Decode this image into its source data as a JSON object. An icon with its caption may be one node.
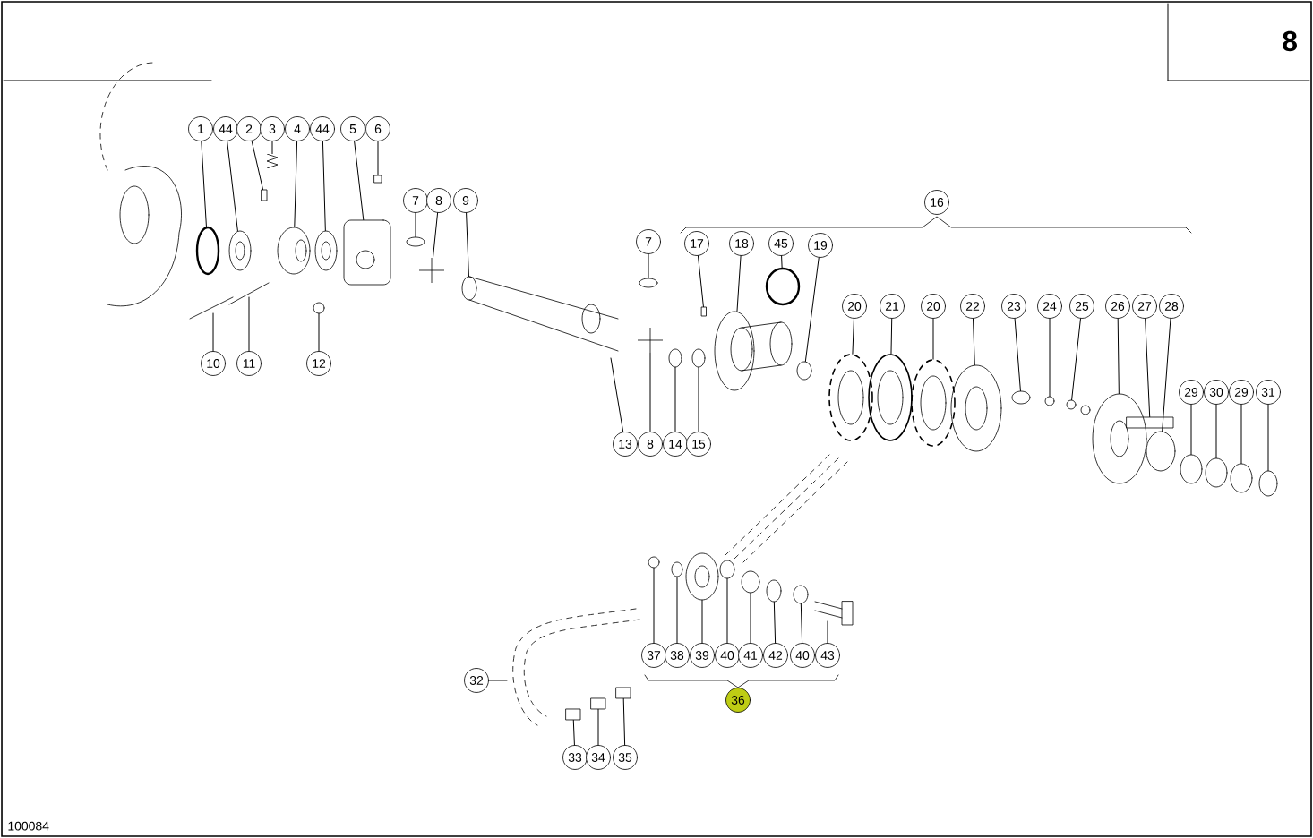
{
  "diagram": {
    "nodes": [
      {
        "text": [
          "1"
        ]
      },
      {
        "text": [
          "44"
        ]
      },
      {
        "text": [
          "2"
        ]
      },
      {
        "text": [
          "3"
        ]
      },
      {
        "text": [
          "4"
        ]
      },
      {
        "text": [
          "44"
        ]
      },
      {
        "text": [
          "5"
        ]
      },
      {
        "text": [
          "6"
        ]
      },
      {
        "text": [
          "7"
        ]
      },
      {
        "text": [
          "8"
        ]
      },
      {
        "text": [
          "9"
        ]
      },
      {
        "text": [
          "10"
        ]
      },
      {
        "text": [
          "11"
        ]
      },
      {
        "text": [
          "12"
        ]
      },
      {
        "text": [
          "16"
        ]
      },
      {
        "text": [
          "7"
        ]
      },
      {
        "text": [
          "17"
        ]
      },
      {
        "text": [
          "18"
        ]
      },
      {
        "text": [
          "45"
        ]
      },
      {
        "text": [
          "19"
        ]
      },
      {
        "text": [
          "13"
        ]
      },
      {
        "text": [
          "8"
        ]
      },
      {
        "text": [
          "14"
        ]
      },
      {
        "text": [
          "15"
        ]
      },
      {
        "text": [
          "20"
        ]
      },
      {
        "text": [
          "21"
        ]
      },
      {
        "text": [
          "20"
        ]
      },
      {
        "text": [
          "22"
        ]
      },
      {
        "text": [
          "23"
        ]
      },
      {
        "text": [
          "24"
        ]
      },
      {
        "text": [
          "25"
        ]
      },
      {
        "text": [
          "26"
        ]
      },
      {
        "text": [
          "27"
        ]
      },
      {
        "text": [
          "28"
        ]
      },
      {
        "text": [
          "29"
        ]
      },
      {
        "text": [
          "30"
        ]
      },
      {
        "text": [
          "29"
        ]
      },
      {
        "text": [
          "31"
        ]
      },
      {
        "text": [
          "32"
        ]
      },
      {
        "text": [
          "37"
        ]
      },
      {
        "text": [
          "38"
        ]
      },
      {
        "text": [
          "39"
        ]
      },
      {
        "text": [
          "40"
        ]
      },
      {
        "text": [
          "41"
        ]
      },
      {
        "text": [
          "42"
        ]
      },
      {
        "text": [
          "40"
        ]
      },
      {
        "text": [
          "43"
        ]
      },
      {
        "text": [
          "36"
        ]
      },
      {
        "text": [
          "33"
        ]
      },
      {
        "text": [
          "34"
        ]
      },
      {
        "text": [
          "35"
        ]
      },
      {
        "text": [],
        "shape": "circle"
      },
      {
        "text": [],
        "shape": "circle"
      },
      {
        "text": [],
        "shape": "box"
      },
      {
        "text": [],
        "shape": "spring"
      },
      {
        "text": [],
        "shape": "circle"
      },
      {
        "text": [],
        "shape": "circle"
      },
      {
        "text": [],
        "shape": "box"
      },
      {
        "text": [],
        "shape": "box"
      },
      {
        "text": [],
        "shape": "circle"
      },
      {
        "text": [],
        "shape": "cross"
      },
      {
        "text": [],
        "shape": "circle"
      },
      {
        "text": [],
        "shape": "circle"
      },
      {
        "text": [],
        "shape": "circle"
      },
      {
        "text": [],
        "shape": "box"
      },
      {
        "text": [],
        "shape": "circle"
      },
      {
        "text": [],
        "shape": "circle"
      },
      {
        "text": [],
        "shape": "circle"
      },
      {
        "text": [],
        "shape": "cross"
      },
      {
        "text": [],
        "shape": "circle"
      },
      {
        "text": [],
        "shape": "circle"
      },
      {
        "text": [],
        "shape": "circle"
      },
      {
        "text": [],
        "shape": "circle"
      },
      {
        "text": [],
        "shape": "circle"
      },
      {
        "text": [],
        "shape": "circle"
      },
      {
        "text": [],
        "shape": "circle"
      },
      {
        "text": [],
        "shape": "circle"
      },
      {
        "text": [],
        "shape": "circle"
      },
      {
        "text": [],
        "shape": "circle"
      },
      {
        "text": [],
        "shape": "circle"
      },
      {
        "text": [],
        "shape": "circle"
      },
      {
        "text": [],
        "shape": "circle"
      },
      {
        "text": [],
        "shape": "circle"
      },
      {
        "text": [],
        "shape": "circle"
      },
      {
        "text": [],
        "shape": "circle"
      },
      {
        "text": [],
        "shape": "circle"
      },
      {
        "text": [],
        "shape": "circle"
      },
      {
        "text": [],
        "shape": "circle"
      },
      {
        "text": [],
        "shape": "circle"
      },
      {
        "text": [],
        "shape": "circle"
      },
      {
        "text": [],
        "shape": "circle"
      },
      {
        "text": [],
        "shape": "box"
      },
      {
        "text": [],
        "shape": "box"
      },
      {
        "text": [],
        "shape": "box"
      },
      {
        "text": [],
        "shape": "box"
      }
    ],
    "edges": [
      {
        "from": 0,
        "to": 51,
        "arrow": "none"
      },
      {
        "from": 1,
        "to": 52,
        "arrow": "none"
      },
      {
        "from": 2,
        "to": 53,
        "arrow": "none"
      },
      {
        "from": 3,
        "to": 54,
        "arrow": "none"
      },
      {
        "from": 4,
        "to": 55,
        "arrow": "none"
      },
      {
        "from": 5,
        "to": 56,
        "arrow": "none"
      },
      {
        "from": 6,
        "to": 57,
        "arrow": "none"
      },
      {
        "from": 7,
        "to": 58,
        "arrow": "none"
      },
      {
        "from": 8,
        "to": 59,
        "arrow": "none"
      },
      {
        "from": 9,
        "to": 60,
        "arrow": "none"
      },
      {
        "from": 10,
        "to": 61,
        "arrow": "none"
      },
      {
        "from": 11,
        "to": null,
        "arrow": "none"
      },
      {
        "from": 12,
        "to": null,
        "arrow": "none"
      },
      {
        "from": 13,
        "to": 62,
        "arrow": "none"
      },
      {
        "from": 15,
        "to": 63,
        "arrow": "none"
      },
      {
        "from": 16,
        "to": 64,
        "arrow": "none"
      },
      {
        "from": 17,
        "to": 65,
        "arrow": "none"
      },
      {
        "from": 18,
        "to": 66,
        "arrow": "none"
      },
      {
        "from": 19,
        "to": 67,
        "arrow": "none"
      },
      {
        "from": 20,
        "to": null,
        "arrow": "none"
      },
      {
        "from": 21,
        "to": 68,
        "arrow": "none"
      },
      {
        "from": 22,
        "to": 69,
        "arrow": "none"
      },
      {
        "from": 23,
        "to": 70,
        "arrow": "none"
      },
      {
        "from": 24,
        "to": 71,
        "arrow": "none"
      },
      {
        "from": 25,
        "to": 72,
        "arrow": "none"
      },
      {
        "from": 26,
        "to": 73,
        "arrow": "none"
      },
      {
        "from": 27,
        "to": 74,
        "arrow": "none"
      },
      {
        "from": 28,
        "to": 75,
        "arrow": "none"
      },
      {
        "from": 29,
        "to": 76,
        "arrow": "none"
      },
      {
        "from": 30,
        "to": 77,
        "arrow": "none"
      },
      {
        "from": 31,
        "to": 78,
        "arrow": "none"
      },
      {
        "from": 32,
        "to": 94,
        "arrow": "none"
      },
      {
        "from": 33,
        "to": 79,
        "arrow": "none"
      },
      {
        "from": 34,
        "to": 80,
        "arrow": "none"
      },
      {
        "from": 35,
        "to": 81,
        "arrow": "none"
      },
      {
        "from": 36,
        "to": 82,
        "arrow": "none"
      },
      {
        "from": 37,
        "to": 83,
        "arrow": "none"
      },
      {
        "from": 38,
        "to": null,
        "arrow": "none"
      },
      {
        "from": 39,
        "to": 84,
        "arrow": "none"
      },
      {
        "from": 40,
        "to": 85,
        "arrow": "none"
      },
      {
        "from": 41,
        "to": 86,
        "arrow": "none"
      },
      {
        "from": 42,
        "to": 87,
        "arrow": "none"
      },
      {
        "from": 43,
        "to": 88,
        "arrow": "none"
      },
      {
        "from": 44,
        "to": 89,
        "arrow": "none"
      },
      {
        "from": 45,
        "to": 90,
        "arrow": "none"
      },
      {
        "from": 46,
        "to": null,
        "arrow": "none"
      },
      {
        "from": 48,
        "to": 91,
        "arrow": "none"
      },
      {
        "from": 49,
        "to": 92,
        "arrow": "none"
      },
      {
        "from": 50,
        "to": 93,
        "arrow": "none"
      }
    ],
    "labels": [
      "8",
      "100084"
    ]
  }
}
